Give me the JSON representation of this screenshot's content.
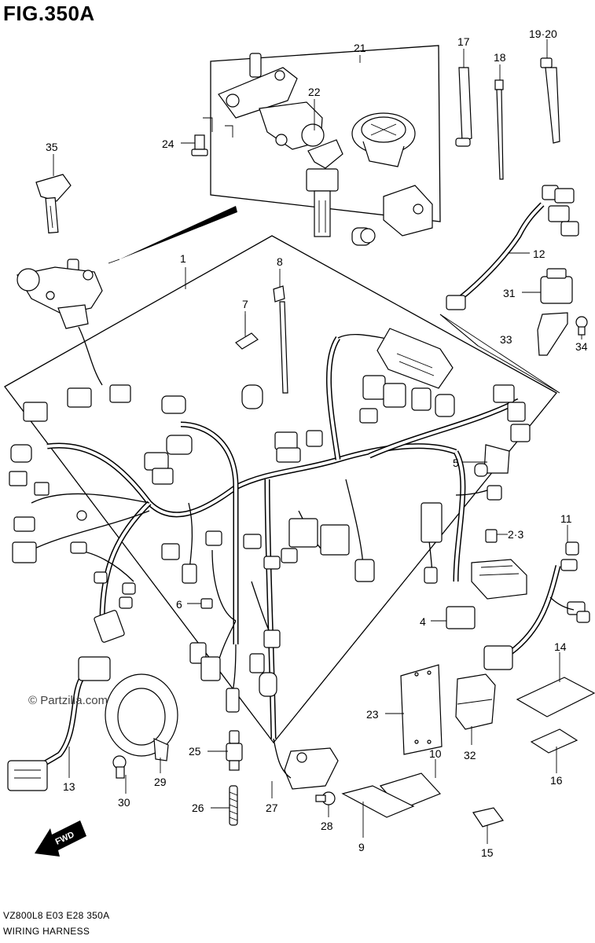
{
  "figure": {
    "title": "FIG.350A",
    "watermark": "© Partzilla.com",
    "footer_code": "VZ800L8  E03  E28  350A",
    "footer_name": "WIRING HARNESS",
    "fwd_label": "FWD"
  },
  "callouts": {
    "c1": "1",
    "c2_3": "2·3",
    "c4": "4",
    "c5": "5",
    "c6": "6",
    "c7": "7",
    "c8": "8",
    "c9": "9",
    "c10": "10",
    "c11": "11",
    "c12": "12",
    "c13": "13",
    "c14": "14",
    "c15": "15",
    "c16": "16",
    "c17": "17",
    "c18": "18",
    "c19_20": "19·20",
    "c21": "21",
    "c22": "22",
    "c23": "23",
    "c24": "24",
    "c25": "25",
    "c26": "26",
    "c27": "27",
    "c28": "28",
    "c29": "29",
    "c30": "30",
    "c31": "31",
    "c32": "32",
    "c33": "33",
    "c34": "34",
    "c35": "35"
  }
}
